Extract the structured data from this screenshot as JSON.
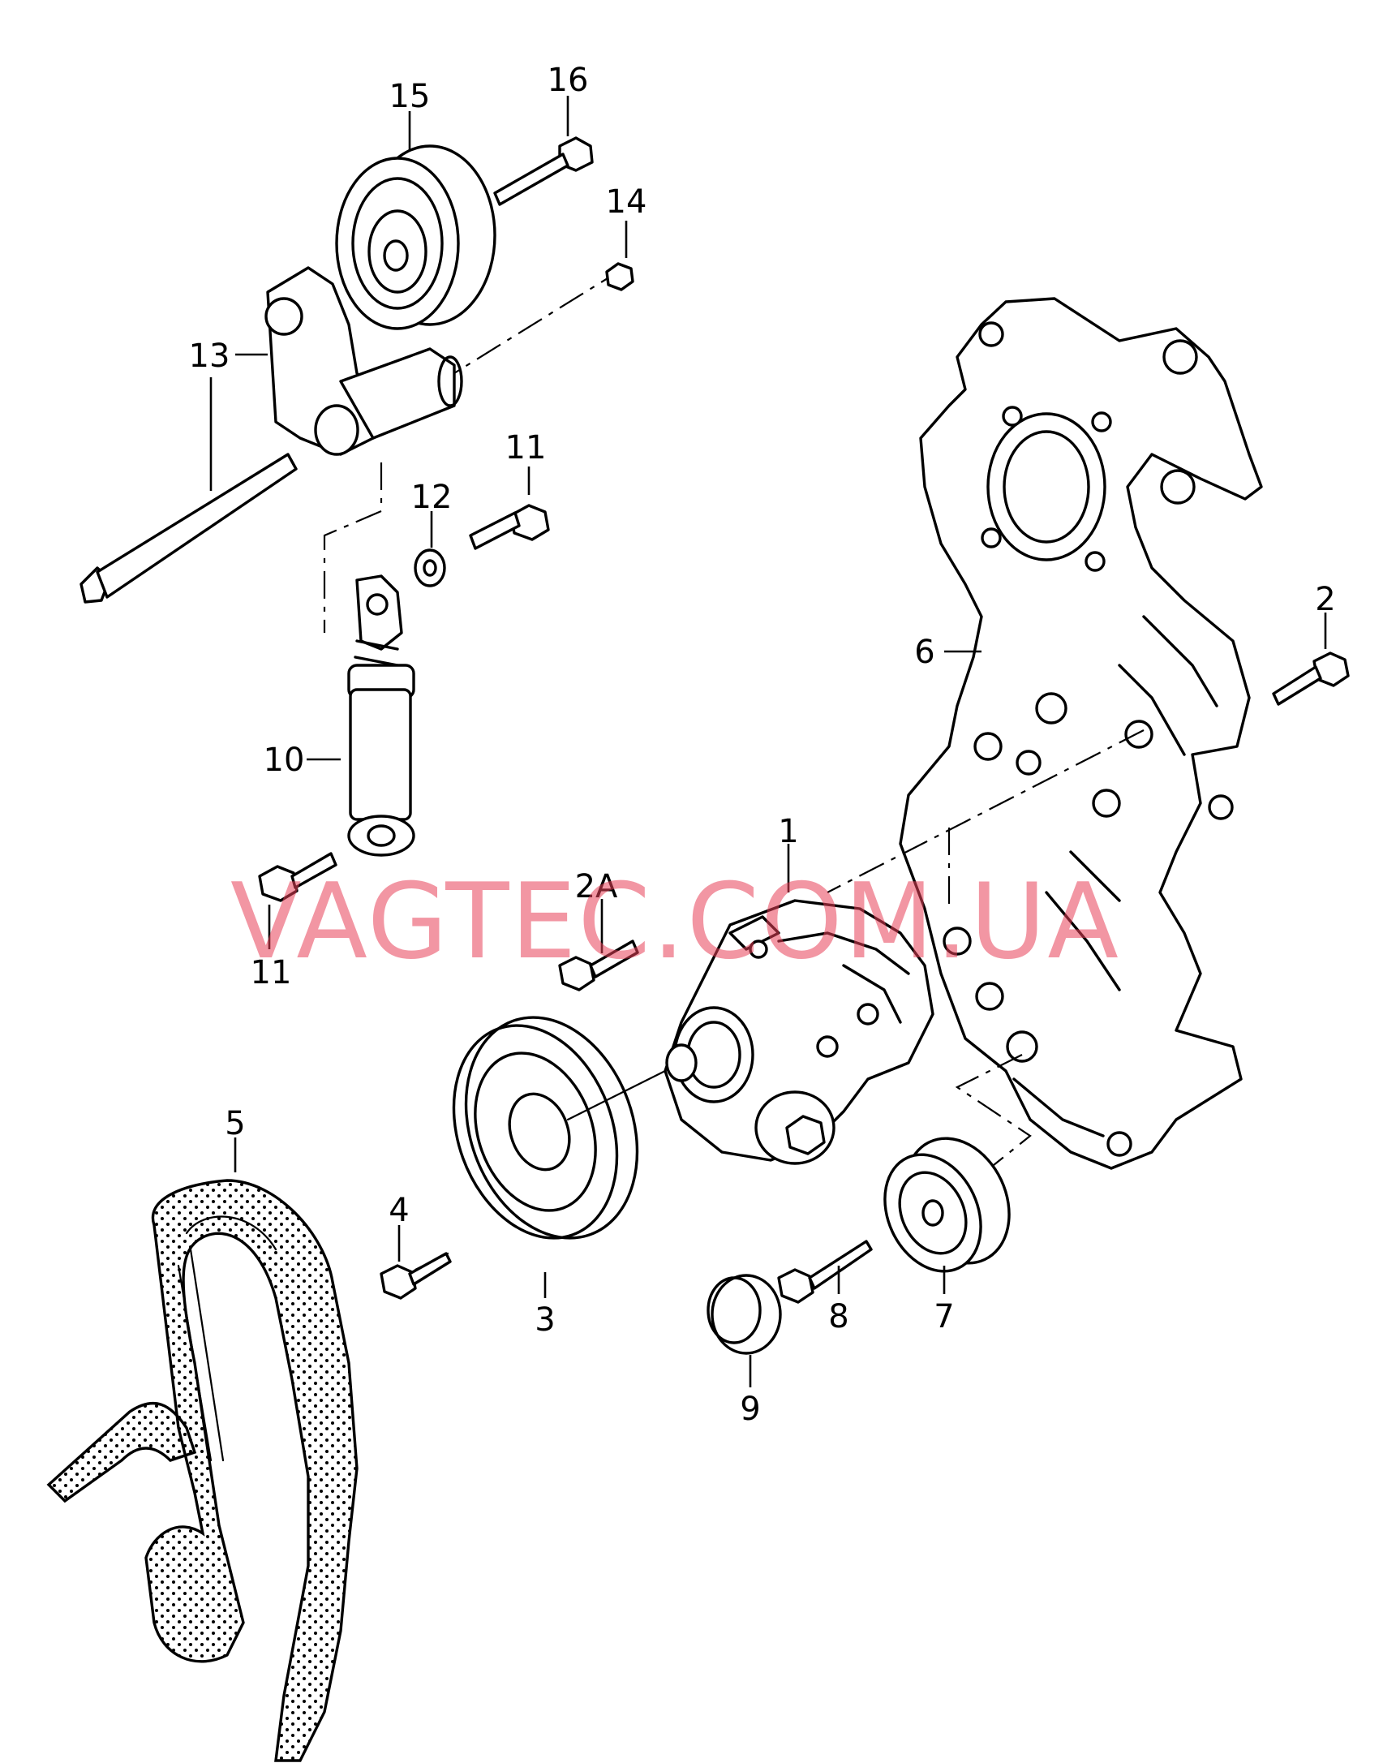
{
  "diagram": {
    "watermark": "VAGTEC.COM.UA",
    "callouts": {
      "c1": "1",
      "c2": "2",
      "c2a": "2A",
      "c3": "3",
      "c4": "4",
      "c5": "5",
      "c6": "6",
      "c7": "7",
      "c8": "8",
      "c9": "9",
      "c10": "10",
      "c11a": "11",
      "c11b": "11",
      "c12": "12",
      "c13": "13",
      "c14": "14",
      "c15": "15",
      "c16": "16"
    }
  }
}
